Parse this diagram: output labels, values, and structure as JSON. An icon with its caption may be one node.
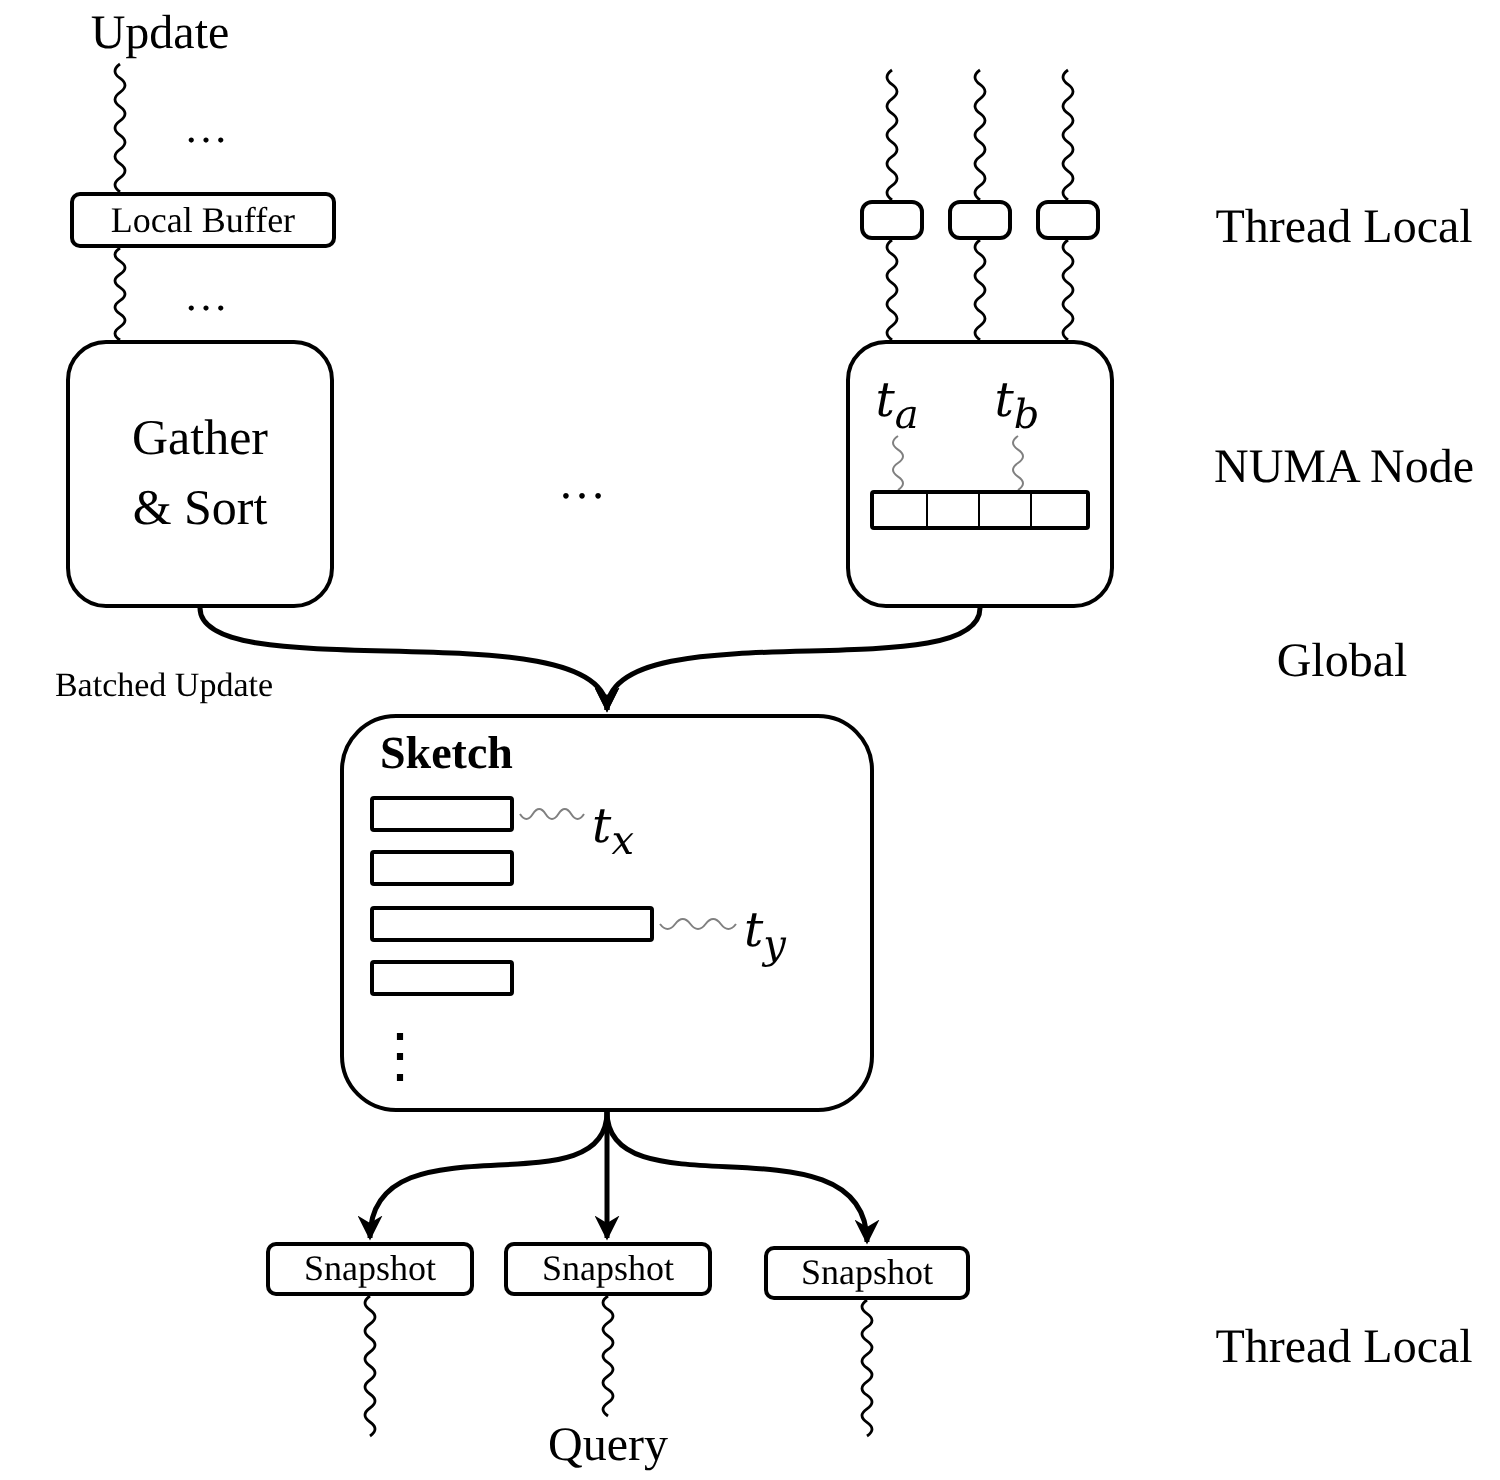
{
  "diagram": {
    "nodes": [
      {
        "text": [
          "Update"
        ]
      },
      {
        "text": [
          "Local Buffer"
        ]
      },
      {
        "text": [
          "Gather & Sort"
        ]
      },
      {
        "text": [],
        "shape": "box"
      },
      {
        "text": [],
        "shape": "box"
      },
      {
        "text": [],
        "shape": "box"
      },
      {
        "text": [],
        "shape": "box"
      },
      {
        "text": [
          "t$_{a}$"
        ],
        "in": 6
      },
      {
        "text": [
          "t$_{b}$"
        ],
        "in": 6
      },
      {
        "text": [],
        "shape": "bar",
        "in": 6
      },
      {
        "text": [
          "Sketch"
        ]
      },
      {
        "text": [],
        "shape": "bar",
        "in": 10
      },
      {
        "text": [],
        "shape": "bar",
        "in": 10
      },
      {
        "text": [],
        "shape": "bar",
        "in": 10
      },
      {
        "text": [],
        "shape": "bar",
        "in": 10
      },
      {
        "text": [
          "t$_{x}$"
        ],
        "in": 10
      },
      {
        "text": [
          "t$_{y}$"
        ],
        "in": 10
      },
      {
        "text": [
          "Snapshot"
        ]
      },
      {
        "text": [
          "Snapshot"
        ]
      },
      {
        "text": [
          "Snapshot"
        ]
      },
      {
        "text": [
          "Query"
        ]
      }
    ],
    "edges": [
      {
        "from": 0,
        "to": 1,
        "arrow": "none"
      },
      {
        "from": 1,
        "to": 2,
        "arrow": "none"
      },
      {
        "from": null,
        "to": 3,
        "arrow": "none"
      },
      {
        "from": null,
        "to": 4,
        "arrow": "none"
      },
      {
        "from": null,
        "to": 5,
        "arrow": "none"
      },
      {
        "from": 3,
        "to": 6,
        "arrow": "none"
      },
      {
        "from": 4,
        "to": 6,
        "arrow": "none"
      },
      {
        "from": 5,
        "to": 6,
        "arrow": "none"
      },
      {
        "from": 7,
        "to": 9,
        "arrow": "none",
        "color": "#808080"
      },
      {
        "from": 8,
        "to": 9,
        "arrow": "none",
        "color": "#808080"
      },
      {
        "from": 2,
        "to": 10,
        "arrow": "to"
      },
      {
        "from": 6,
        "to": 10,
        "arrow": "to"
      },
      {
        "from": 11,
        "to": 15,
        "arrow": "none",
        "color": "#808080"
      },
      {
        "from": 13,
        "to": 16,
        "arrow": "none",
        "color": "#808080"
      },
      {
        "from": 10,
        "to": 17,
        "arrow": "to"
      },
      {
        "from": 10,
        "to": 18,
        "arrow": "to"
      },
      {
        "from": 10,
        "to": 19,
        "arrow": "to"
      },
      {
        "from": 17,
        "to": null,
        "arrow": "none"
      },
      {
        "from": 18,
        "to": 20,
        "arrow": "none"
      },
      {
        "from": 19,
        "to": null,
        "arrow": "none"
      }
    ],
    "labels": [
      "…",
      "…",
      "…",
      "Thread Local",
      "NUMA Node",
      "Batched Update",
      "Global",
      "⋮",
      "Thread Local"
    ]
  }
}
